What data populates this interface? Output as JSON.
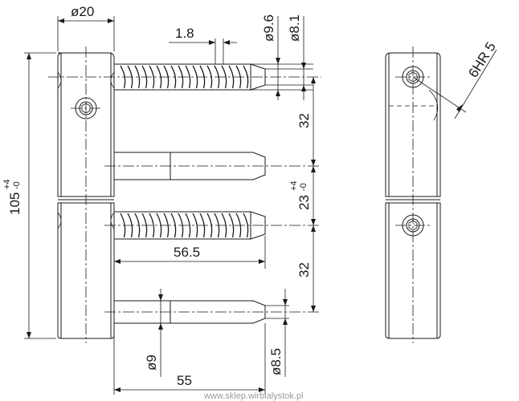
{
  "dimensions": {
    "body_diameter": "ø20",
    "thread_pitch": "1.8",
    "screw_tip_diameter": "ø9.6",
    "screw_shank_diameter": "ø8.1",
    "total_height": "105",
    "total_height_tol_upper": "+4",
    "total_height_tol_lower": "-0",
    "screw_spacing_upper": "32",
    "pin_offset": "23",
    "pin_offset_tol_upper": "+4",
    "pin_offset_tol_lower": "-0",
    "screw_spacing_lower": "32",
    "screw_length": "56.5",
    "pin_diameter": "ø9",
    "pin_tip_diameter": "ø8.5",
    "pin_length": "55",
    "hex_key": "6HR 5"
  },
  "watermark": "www.sklep.wirbialystok.pl"
}
